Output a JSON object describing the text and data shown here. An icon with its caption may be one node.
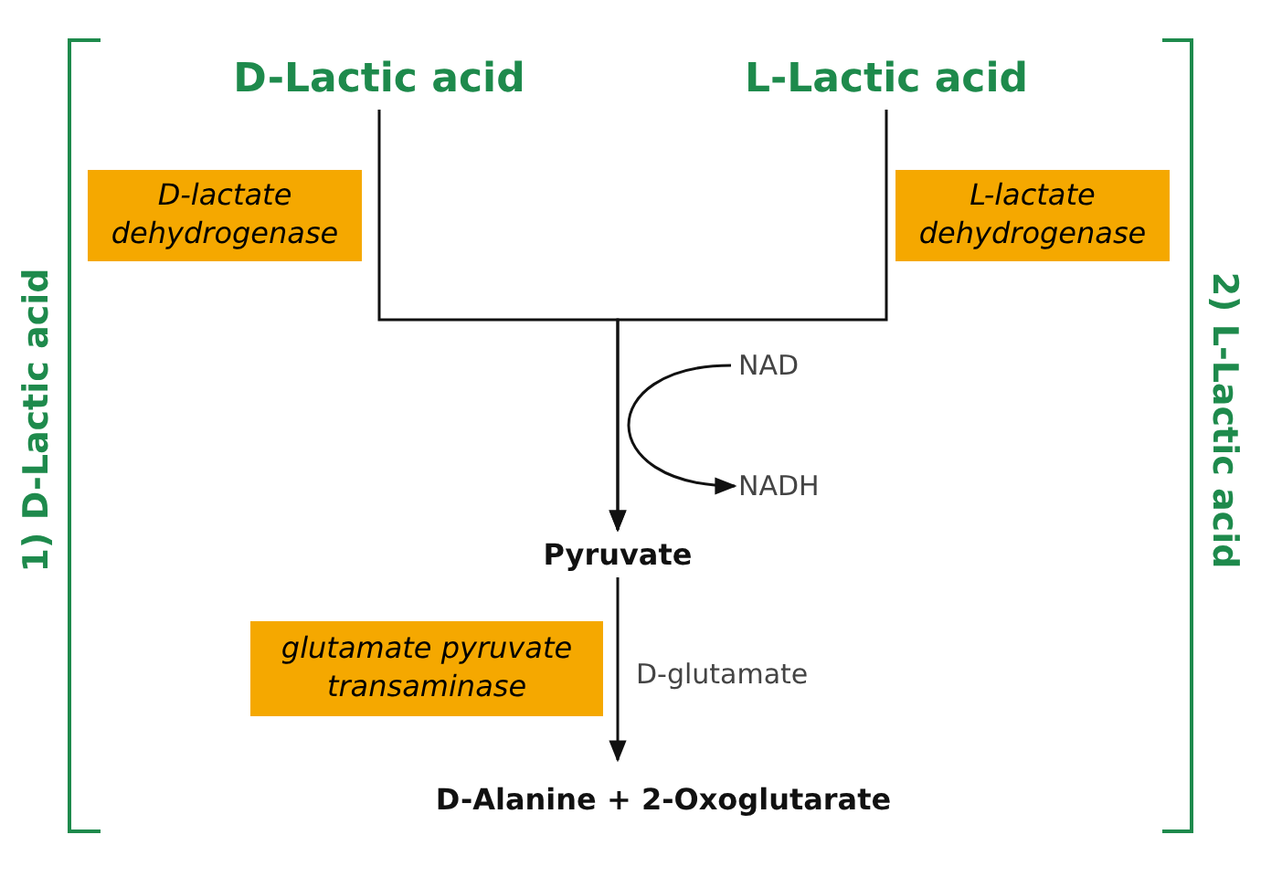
{
  "diagram": {
    "nodes": [
      {
        "text": [
          "D-Lactic acid"
        ]
      },
      {
        "text": [
          "L-Lactic acid"
        ]
      },
      {
        "text": [
          "D-lactate dehydrogenase"
        ]
      },
      {
        "text": [
          "L-lactate dehydrogenase"
        ]
      },
      {
        "text": [
          "NAD"
        ]
      },
      {
        "text": [
          "NADH"
        ]
      },
      {
        "text": [
          "Pyruvate"
        ]
      },
      {
        "text": [
          "glutamate pyruvate transaminase"
        ]
      },
      {
        "text": [
          "D-glutamate"
        ]
      },
      {
        "text": [
          "D-Alanine + 2-Oxoglutarate"
        ]
      }
    ],
    "edges": [
      {
        "from": 0,
        "to": 6,
        "arrow": "to"
      },
      {
        "from": 1,
        "to": 6,
        "arrow": "to"
      },
      {
        "from": 4,
        "to": 5,
        "arrow": "to"
      },
      {
        "from": 6,
        "to": 9,
        "arrow": "to"
      }
    ],
    "labels": [
      "1) D-Lactic acid",
      "2) L-Lactic acid"
    ]
  }
}
